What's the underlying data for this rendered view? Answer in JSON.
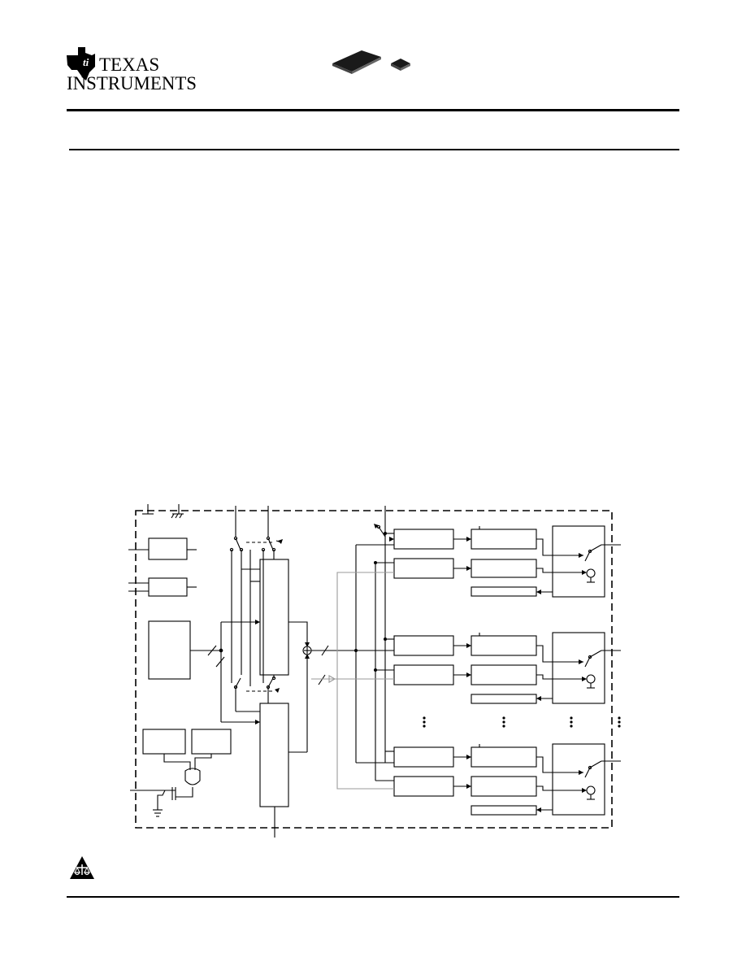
{
  "brand": {
    "logo_line1": "TEXAS",
    "logo_line2": "INSTRUMENTS"
  },
  "icons": {
    "logo": "ti-logo",
    "package": "ic-package-icon",
    "warning": "warning-triangle-icon"
  },
  "colors": {
    "ink": "#000000",
    "gray_wire": "#9a9a9a",
    "background": "#ffffff"
  }
}
